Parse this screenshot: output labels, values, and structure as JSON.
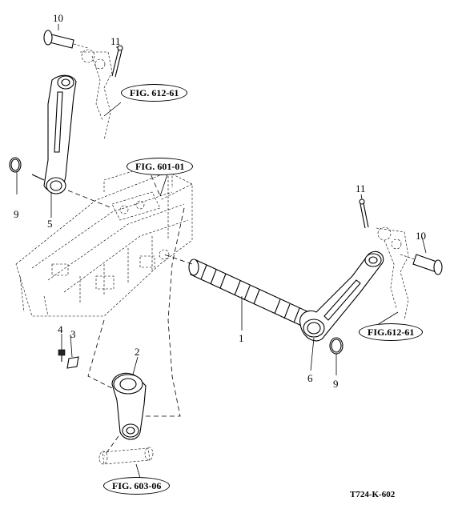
{
  "callouts": {
    "c1": "1",
    "c2": "2",
    "c3": "3",
    "c4": "4",
    "c5": "5",
    "c6": "6",
    "c9a": "9",
    "c9b": "9",
    "c10a": "10",
    "c10b": "10",
    "c11a": "11",
    "c11b": "11"
  },
  "fig_refs": {
    "top_left": "FIG. 612-61",
    "center": "FIG. 601-01",
    "right": "FIG.612-61",
    "bottom": "FIG. 603-06"
  },
  "drawing_code": "T724-K-602"
}
